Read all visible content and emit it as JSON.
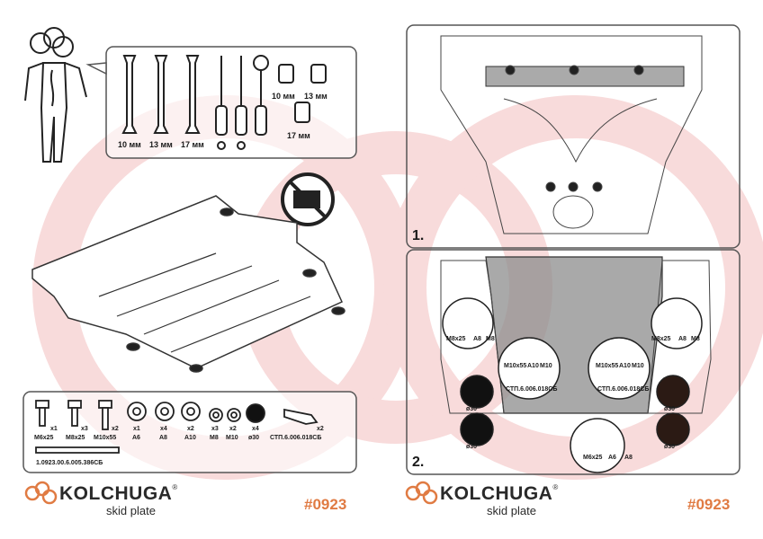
{
  "colors": {
    "watermark": "#f3c2c2",
    "brand_accent": "#e07b43",
    "frame": "#555555"
  },
  "tools": {
    "wrench_labels": [
      "10 мм",
      "13 мм",
      "17 мм"
    ],
    "socket_labels": [
      "10 мм",
      "13 мм",
      "17 мм"
    ]
  },
  "parts": {
    "bolts": [
      {
        "qty": "x1",
        "size": "M6x25"
      },
      {
        "qty": "x3",
        "size": "M8x25"
      },
      {
        "qty": "x2",
        "size": "M10x55"
      }
    ],
    "washers": [
      {
        "qty": "x1",
        "size": "A6"
      },
      {
        "qty": "x4",
        "size": "A8"
      },
      {
        "qty": "x2",
        "size": "A10"
      },
      {
        "qty": "x3",
        "size": "M8"
      },
      {
        "qty": "x2",
        "size": "M10"
      },
      {
        "qty": "x4",
        "size": "ø30"
      }
    ],
    "bracket": {
      "qty": "x2",
      "code": "СТП.6.006.018СБ"
    },
    "plate_code": "1.0923.00.6.005.386СБ"
  },
  "step1": {
    "number": "1."
  },
  "step2": {
    "number": "2.",
    "left_top": {
      "bolt": "M8x25",
      "w1": "A8",
      "w2": "M8"
    },
    "right_top": {
      "bolt": "M8x25",
      "w1": "A8",
      "w2": "M8"
    },
    "center_left": {
      "bolt": "M10x55",
      "w1": "A10",
      "w2": "M10",
      "code": "СТП.6.006.018СБ"
    },
    "center_right": {
      "bolt": "M10x55",
      "w1": "A10",
      "w2": "M10",
      "code": "СТП.6.006.018СБ"
    },
    "bottom": {
      "bolt": "M6x25",
      "w1": "A6",
      "w2": "A8"
    },
    "ring": "ø30"
  },
  "footer": {
    "brand": "KOLCHUGA",
    "registered": "®",
    "tagline": "skid plate",
    "code": "#0923"
  }
}
